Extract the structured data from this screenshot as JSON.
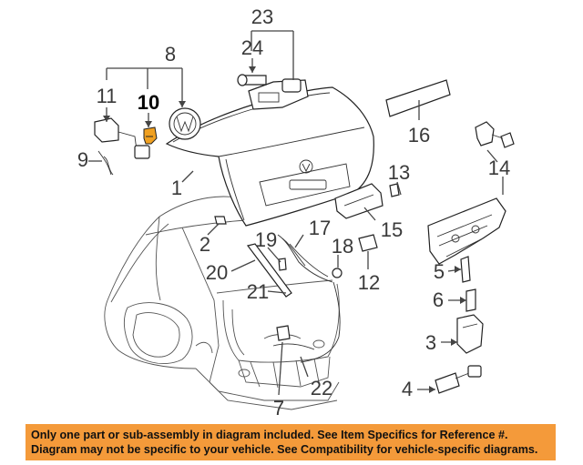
{
  "callouts": {
    "c1": "1",
    "c2": "2",
    "c3": "3",
    "c4": "4",
    "c5": "5",
    "c6": "6",
    "c7": "7",
    "c8": "8",
    "c9": "9",
    "c10": "10",
    "c11": "11",
    "c12": "12",
    "c13": "13",
    "c14": "14",
    "c15": "15",
    "c16": "16",
    "c17": "17",
    "c18": "18",
    "c19": "19",
    "c20": "20",
    "c21": "21",
    "c22": "22",
    "c23": "23",
    "c24": "24"
  },
  "highlight_color": "#f0a020",
  "footer": {
    "line1": "Only one part or sub-assembly in diagram included. See Item Specifics for Reference #.",
    "line2": "Diagram may not be specific to your vehicle. See Compatibility for vehicle-specific diagrams.",
    "background": "#f49a3a"
  }
}
